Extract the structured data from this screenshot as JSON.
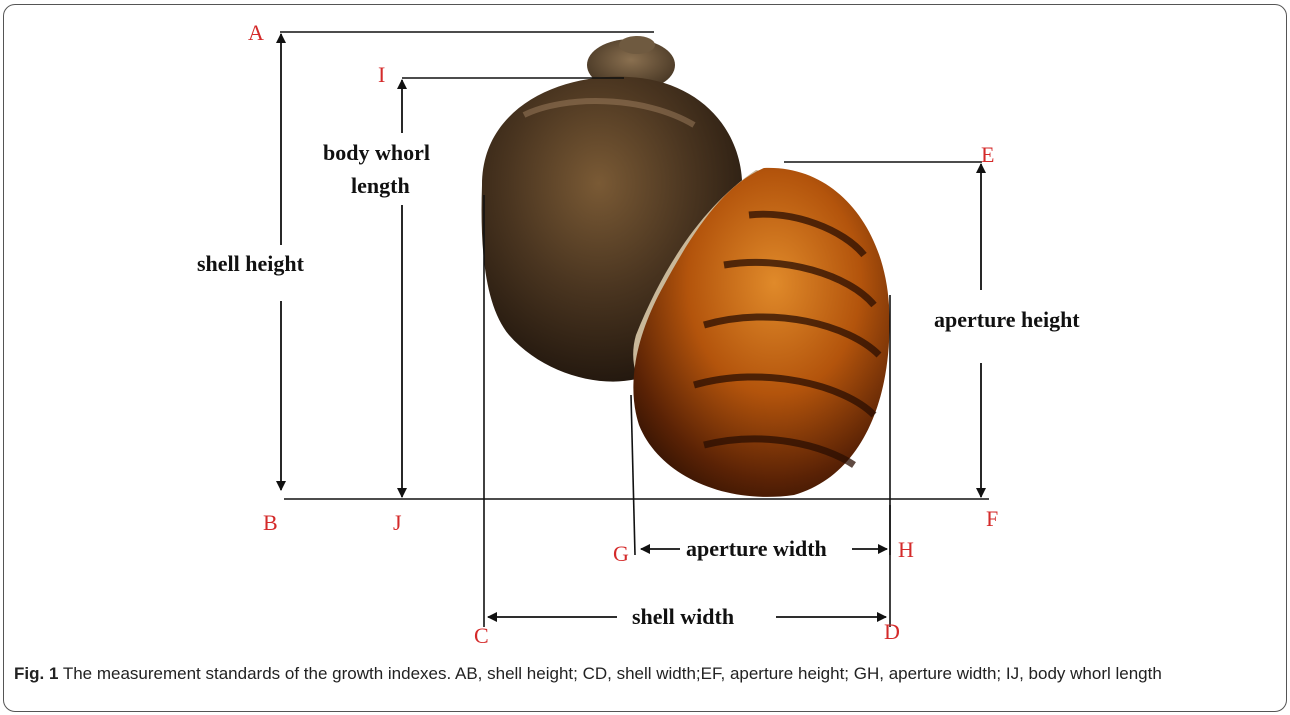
{
  "figure": {
    "points": {
      "a": "A",
      "b": "B",
      "c": "C",
      "d": "D",
      "e": "E",
      "f": "F",
      "g": "G",
      "h": "H",
      "i": "I",
      "j": "J"
    },
    "measurements": {
      "shell_height": "shell height",
      "body_whorl_line1": "body whorl",
      "body_whorl_line2": "length",
      "aperture_height": "aperture height",
      "aperture_width": "aperture width",
      "shell_width": "shell width"
    },
    "colors": {
      "point_label": "#d42a2a",
      "measure_label": "#111111",
      "shell_dark": "#3a2a1a",
      "aperture_orange": "#c8620f"
    }
  },
  "caption": {
    "label": "Fig. 1",
    "text": "The measurement standards of the growth indexes. AB, shell height; CD, shell width;EF, aperture height; GH, aperture width; IJ, body whorl length"
  }
}
